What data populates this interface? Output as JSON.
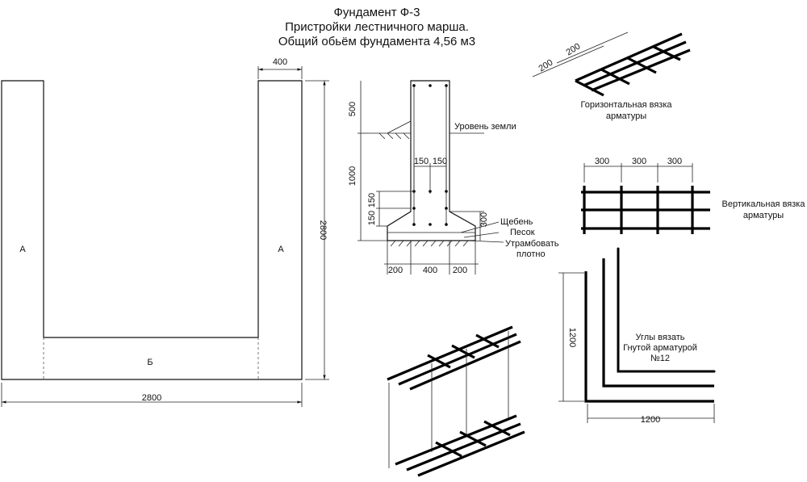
{
  "title": {
    "line1": "Фундамент Ф-3",
    "line2": "Пристройки лестничного марша.",
    "line3": "Общий обьём фундамента 4,56 м3"
  },
  "plan": {
    "section_a_left": "А",
    "section_a_right": "А",
    "section_b": "Б",
    "dim_wall_width": "400",
    "dim_height": "2800",
    "dim_width": "2800"
  },
  "section": {
    "dim_top": "500",
    "dim_mid": "1000",
    "dim_150a": "150",
    "dim_150b": "150",
    "dim_150c": "150",
    "dim_150d": "150",
    "dim_300": "300",
    "dim_bottom_left": "200",
    "dim_bottom_mid": "400",
    "dim_bottom_right": "200",
    "ground_level": "Уровень земли",
    "gravel": "Щебень",
    "sand": "Песок",
    "compact_1": "Утрамбовать",
    "compact_2": "плотно"
  },
  "horizontal_tie": {
    "dim_a": "200",
    "dim_b": "200",
    "caption_1": "Горизонтальная вязка",
    "caption_2": "арматуры"
  },
  "vertical_tie": {
    "dim_1": "300",
    "dim_2": "300",
    "dim_3": "300",
    "caption_1": "Вертикальная вязка",
    "caption_2": "арматуры"
  },
  "corner": {
    "dim_vertical": "1200",
    "dim_horizontal": "1200",
    "caption_1": "Углы вязать",
    "caption_2": "Гнутой арматурой",
    "caption_3": "№12"
  }
}
